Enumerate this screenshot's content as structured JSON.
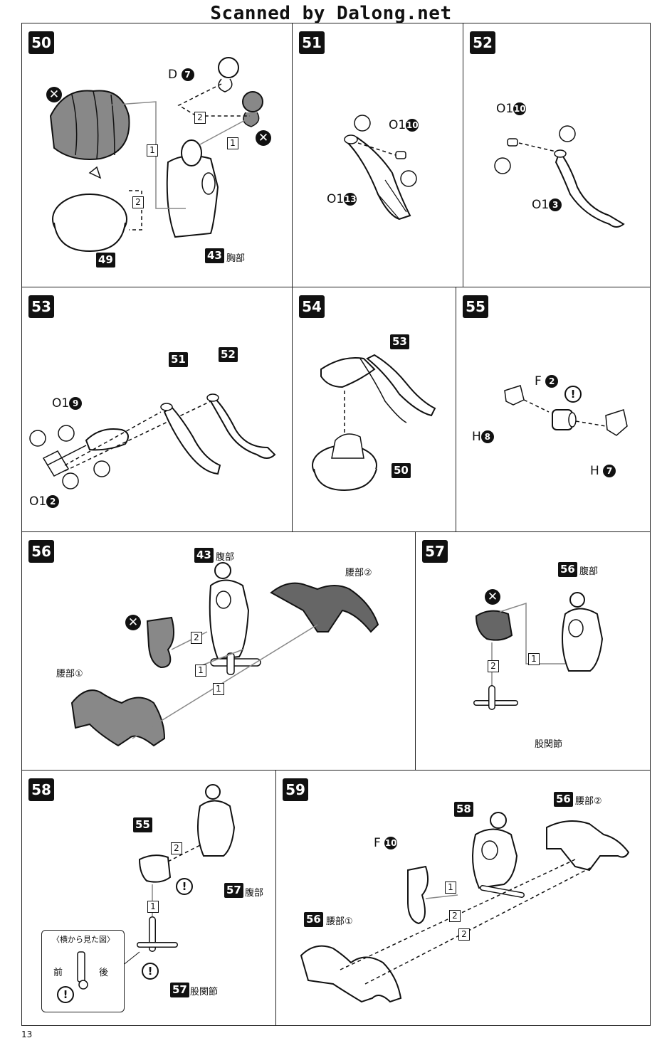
{
  "watermark": "Scanned by Dalong.net",
  "page_number": "13",
  "icons": {
    "no": "no-sign-icon",
    "caution": "caution-icon"
  },
  "steps": {
    "s50": {
      "number": "50",
      "part_d": "D",
      "part_d_num": "7",
      "ref_49": "49",
      "ref_43": "43",
      "label_43": "胸部",
      "seq1": "1",
      "seq2": "2"
    },
    "s51": {
      "number": "51",
      "part_a": "O1",
      "part_a_num": "10",
      "part_b": "O1",
      "part_b_num": "13"
    },
    "s52": {
      "number": "52",
      "part_a": "O1",
      "part_a_num": "10",
      "part_b": "O1",
      "part_b_num": "3"
    },
    "s53": {
      "number": "53",
      "ref_51": "51",
      "ref_52": "52",
      "part_a": "O1",
      "part_a_num": "9",
      "part_b": "O1",
      "part_b_num": "2"
    },
    "s54": {
      "number": "54",
      "ref_53": "53",
      "ref_50": "50"
    },
    "s55": {
      "number": "55",
      "part_f": "F",
      "part_f_num": "2",
      "part_h8": "H",
      "part_h8_num": "8",
      "part_h7": "H",
      "part_h7_num": "7"
    },
    "s56": {
      "number": "56",
      "ref_43": "43",
      "label_43": "腹部",
      "label_waist2": "腰部②",
      "label_waist1": "腰部①",
      "seq1": "1",
      "seq2": "2"
    },
    "s57": {
      "number": "57",
      "ref_56": "56",
      "label_56": "腹部",
      "label_joint": "股関節",
      "seq1": "1",
      "seq2": "2"
    },
    "s58": {
      "number": "58",
      "ref_55": "55",
      "ref_57a": "57",
      "label_57a": "腹部",
      "ref_57b": "57",
      "label_57b": "股関節",
      "inset_title": "〈横から見た図〉",
      "front": "前",
      "back": "後",
      "seq1": "1",
      "seq2": "2"
    },
    "s59": {
      "number": "59",
      "part_f": "F",
      "part_f_num": "10",
      "ref_58": "58",
      "ref_56a": "56",
      "label_56a": "腰部②",
      "ref_56b": "56",
      "label_56b": "腰部①",
      "seq1": "1",
      "seq2": "2"
    }
  }
}
